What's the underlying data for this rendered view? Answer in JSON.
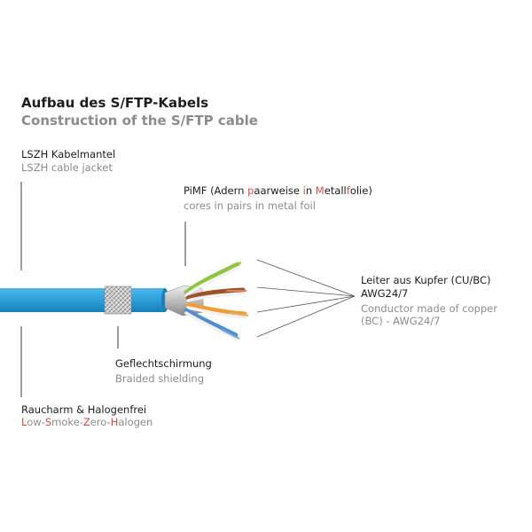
{
  "title": {
    "de": "Aufbau des S/FTP-Kabels",
    "en": "Construction of the S/FTP cable"
  },
  "jacket": {
    "de": "LSZH Kabelmantel",
    "en": "LSZH cable jacket"
  },
  "pimf": {
    "de_parts": [
      "PiMF (Adern ",
      "p",
      "aarweise ",
      "i",
      "n ",
      "M",
      "etall",
      "f",
      "olie)"
    ],
    "en": "cores in pairs in metal foil"
  },
  "conductor": {
    "de_line1": "Leiter aus Kupfer (CU/BC)",
    "de_line2": "AWG24/7",
    "en_line1": "Conductor made of copper",
    "en_line2": "(BC) - AWG24/7"
  },
  "shield": {
    "de": "Geflechtschirmung",
    "en": "Braided shielding"
  },
  "halogen": {
    "de": "Raucharm & Halogenfrei",
    "en_parts": [
      "L",
      "ow-",
      "S",
      "moke-",
      "Z",
      "ero-",
      "H",
      "alogen"
    ]
  },
  "colors": {
    "cable_blue": "#2a9fd8",
    "accent_red": "#e2483f",
    "text_dark": "#1d1d1b",
    "text_grey": "#8c8c8c",
    "pair_green": "#8cc63f",
    "pair_brown": "#a0522d",
    "pair_orange": "#f39c34",
    "pair_blue": "#4f8fd0"
  }
}
